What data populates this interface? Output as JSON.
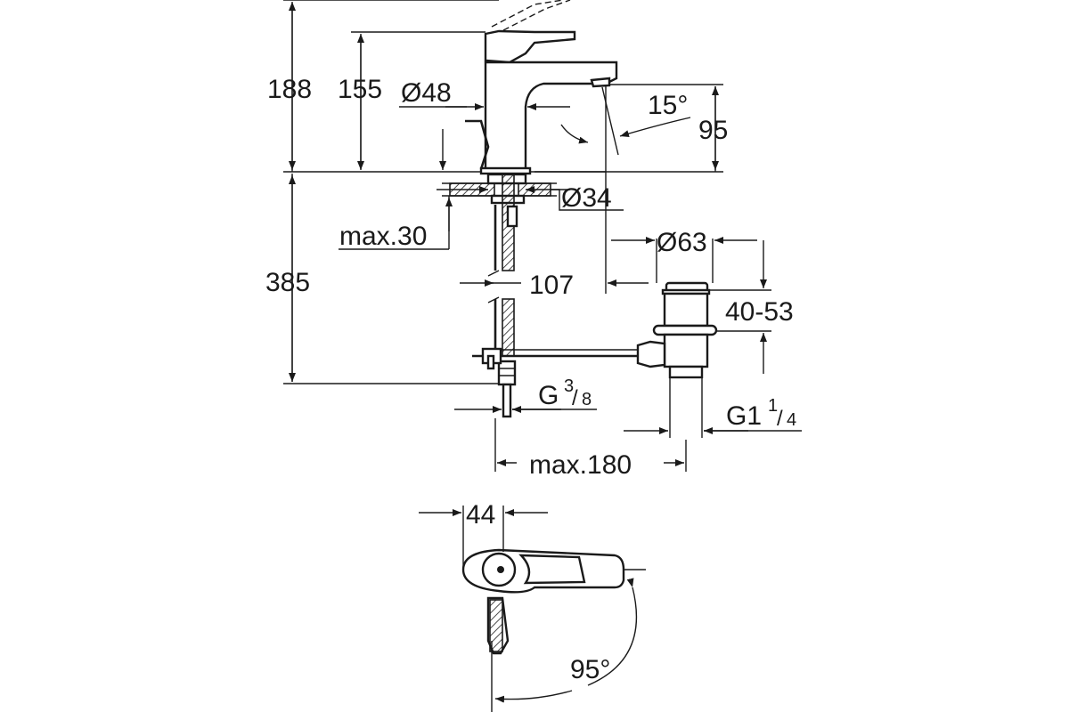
{
  "dimensions": {
    "total_height": "188",
    "lever_height": "155",
    "body_diameter": "Ø48",
    "spout_angle": "15°",
    "spout_height": "95",
    "mount_hole": "Ø34",
    "deck_thickness": "max.30",
    "supply_length": "385",
    "spout_reach": "107",
    "waste_diameter": "Ø63",
    "waste_range": "40-53",
    "supply_thread_main": "G",
    "supply_thread_num": "3",
    "supply_thread_den": "8",
    "waste_thread_main": "G1",
    "waste_thread_num": "1",
    "waste_thread_den": "4",
    "waste_offset": "max.180",
    "lever_offset": "44",
    "lever_rotation": "95°"
  }
}
